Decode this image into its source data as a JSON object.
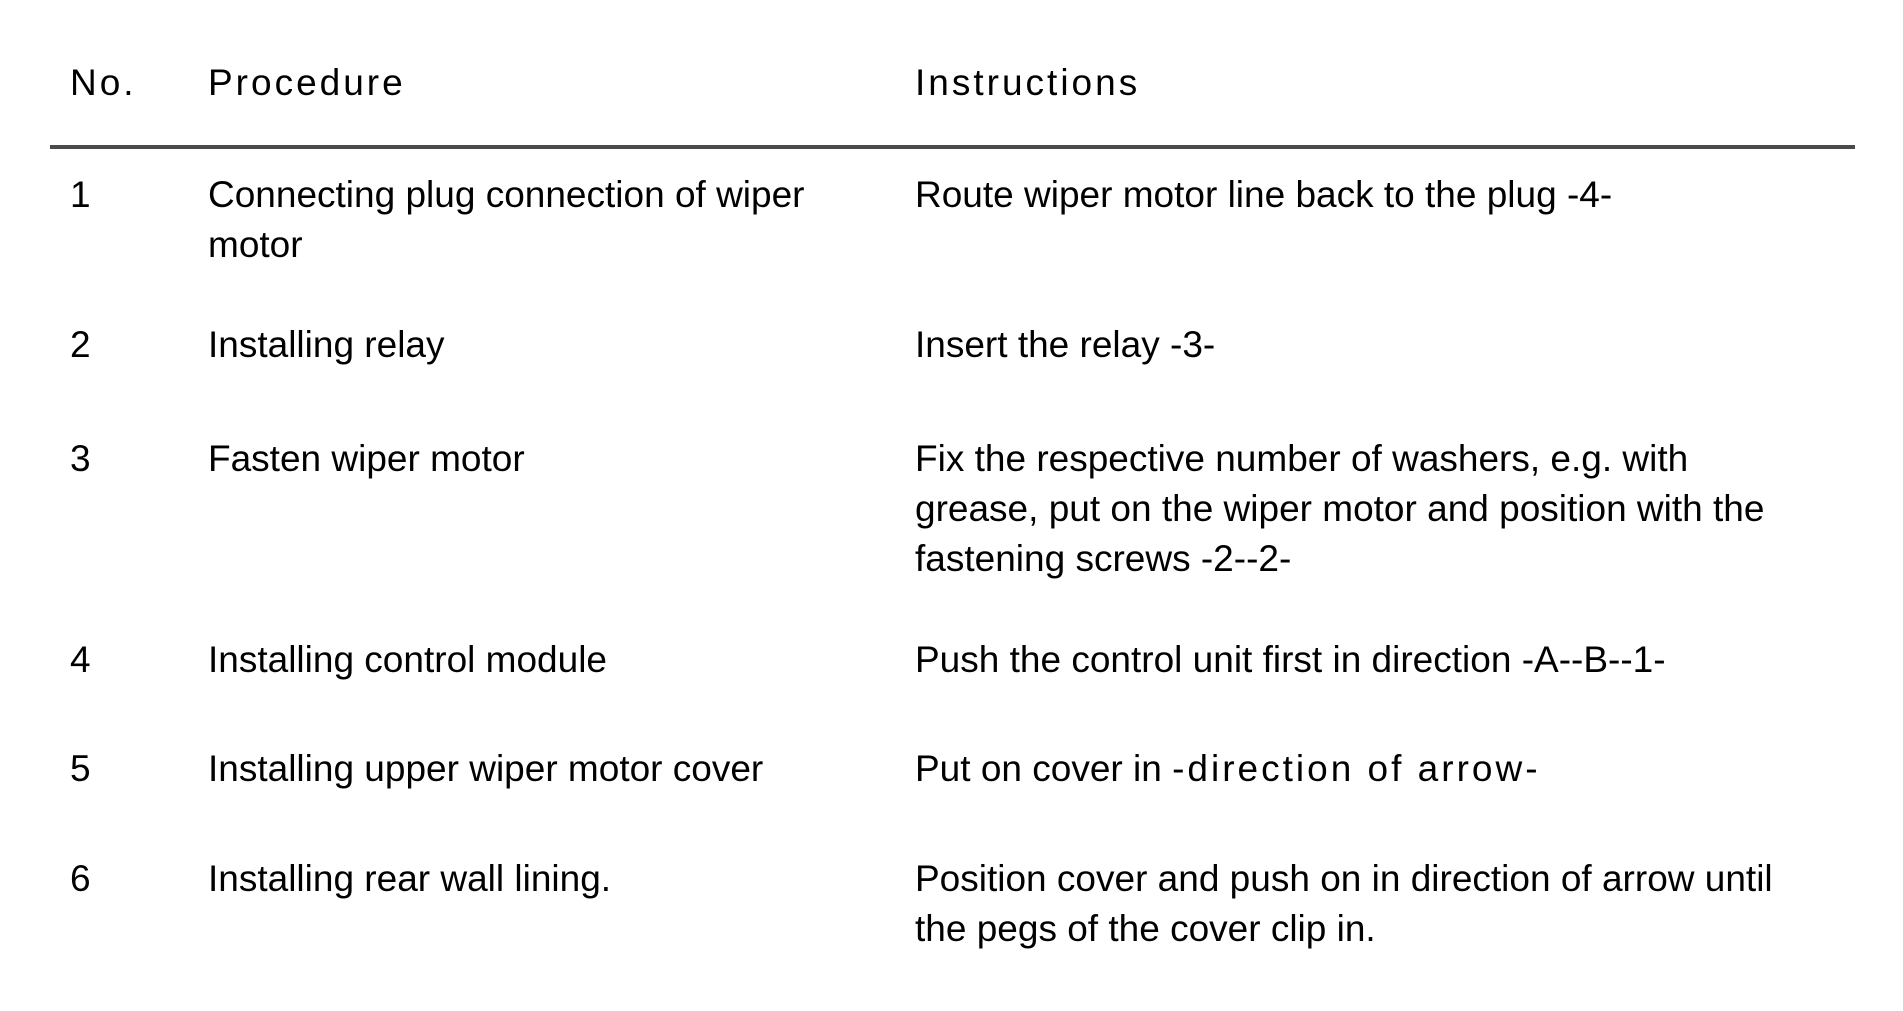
{
  "table": {
    "columns": {
      "no": "No.",
      "procedure": "Procedure",
      "instructions": "Instructions"
    },
    "rows": [
      {
        "no": "1",
        "procedure": "Connecting plug connection of wiper\nmotor",
        "instructions": "Route wiper motor line back to the plug -4-"
      },
      {
        "no": "2",
        "procedure": "Installing relay",
        "instructions": "Insert the relay -3-"
      },
      {
        "no": "3",
        "procedure": "Fasten wiper motor",
        "instructions": "Fix the respective number of washers, e.g. with\ngrease, put on the wiper motor and position with the\nfastening screws -2--2-"
      },
      {
        "no": "4",
        "procedure": "Installing control module",
        "instructions": "Push the control unit first in direction -A--B--1-"
      },
      {
        "no": "5",
        "procedure": "Installing upper wiper motor cover",
        "instructions_prefix": "Put on cover in ",
        "instructions_emphasis": "-direction of arrow-"
      },
      {
        "no": "6",
        "procedure": "Installing rear wall lining.",
        "instructions": "Position cover and push on in direction of arrow until\nthe pegs of the cover clip in."
      }
    ]
  },
  "colors": {
    "background": "#ffffff",
    "text": "#000000",
    "divider": "#4a4a4a"
  }
}
